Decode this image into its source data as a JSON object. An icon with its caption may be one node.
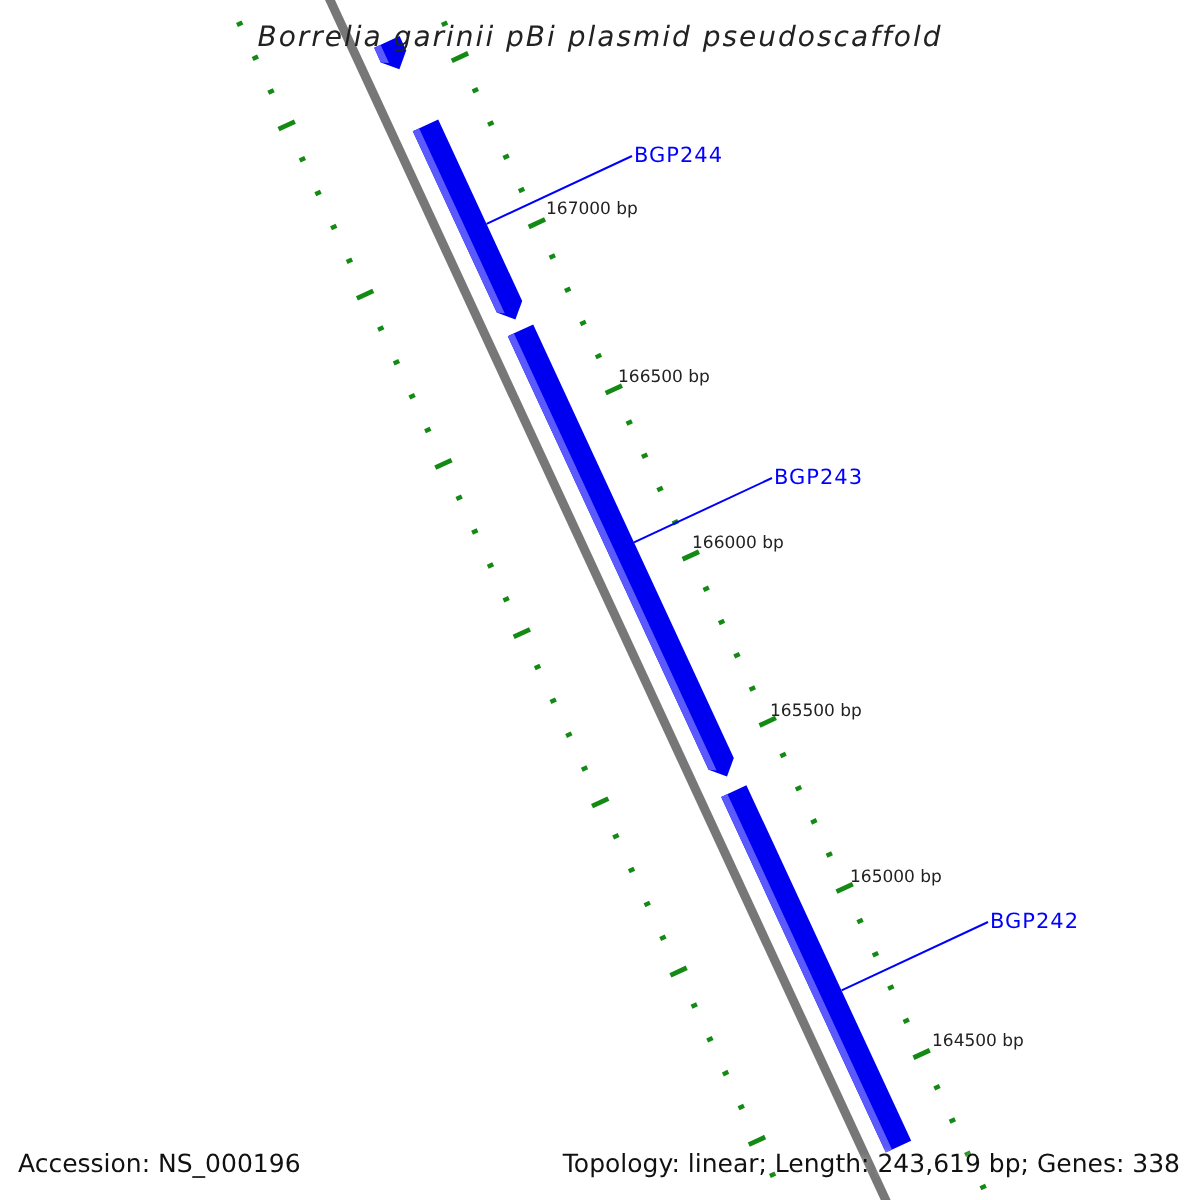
{
  "diagram": {
    "title": "Borrelia garinii pBi plasmid pseudoscaffold",
    "nodes": [
      {
        "text": [],
        "shape": "bar"
      },
      {
        "text": [
          "BGP244"
        ]
      },
      {
        "text": [],
        "shape": "bar"
      },
      {
        "text": [
          "BGP243"
        ]
      },
      {
        "text": [],
        "shape": "bar"
      },
      {
        "text": [
          "BGP242"
        ]
      },
      {
        "text": [],
        "shape": "bar"
      }
    ],
    "edges": [
      {
        "from": 1,
        "to": 2,
        "arrow": "none"
      },
      {
        "from": 3,
        "to": 4,
        "arrow": "none"
      },
      {
        "from": 5,
        "to": 6,
        "arrow": "none"
      }
    ],
    "labels": [
      "167000 bp",
      "166500 bp",
      "166000 bp",
      "165500 bp",
      "165000 bp",
      "164500 bp",
      "Accession: NS_000196",
      "Topology: linear; Length: 243,619 bp; Genes: 338"
    ]
  }
}
